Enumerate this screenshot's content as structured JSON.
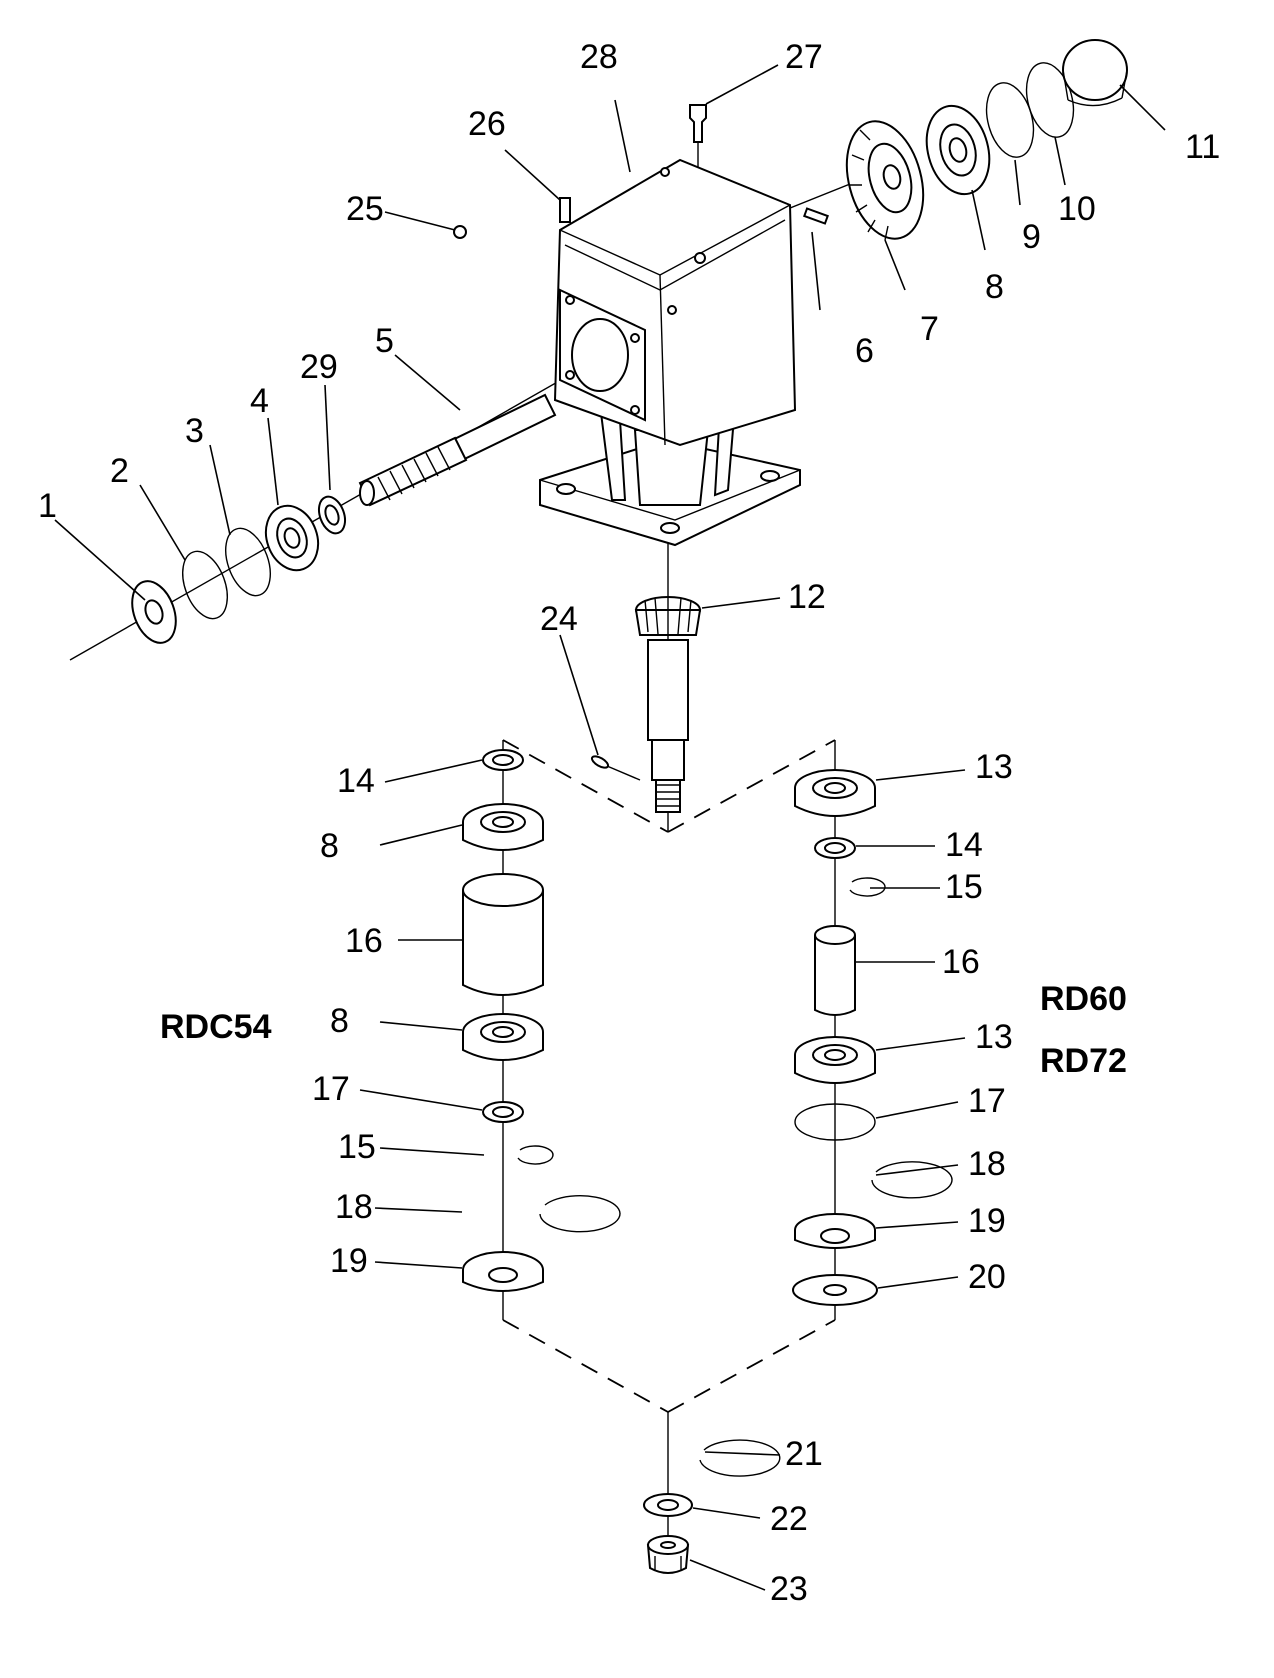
{
  "models": {
    "left": "RDC54",
    "right_top": "RD60",
    "right_bottom": "RD72"
  },
  "callouts": {
    "c1": "1",
    "c2": "2",
    "c3": "3",
    "c4": "4",
    "c5": "5",
    "c6": "6",
    "c7": "7",
    "c8a": "8",
    "c8b": "8",
    "c8c": "8",
    "c9": "9",
    "c10": "10",
    "c11": "11",
    "c12": "12",
    "c13a": "13",
    "c13b": "13",
    "c14a": "14",
    "c14b": "14",
    "c15a": "15",
    "c15b": "15",
    "c16a": "16",
    "c16b": "16",
    "c17a": "17",
    "c17b": "17",
    "c18a": "18",
    "c18b": "18",
    "c19a": "19",
    "c19b": "19",
    "c20": "20",
    "c21": "21",
    "c22": "22",
    "c23": "23",
    "c24": "24",
    "c25": "25",
    "c26": "26",
    "c27": "27",
    "c28": "28",
    "c29": "29"
  }
}
